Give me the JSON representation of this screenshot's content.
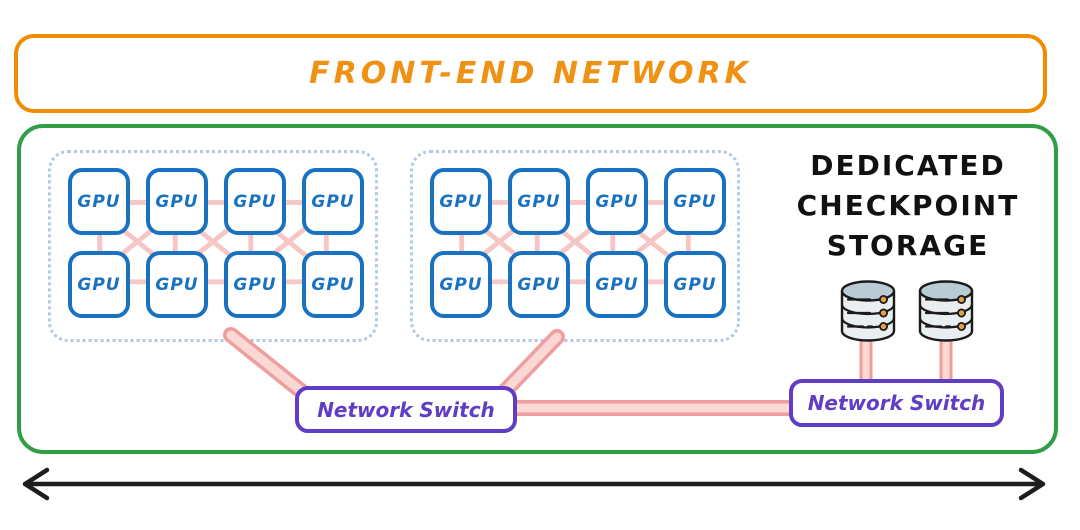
{
  "front_end_network": {
    "label": "FRONT-END NETWORK"
  },
  "checkpoint_storage": {
    "lines": [
      "DEDICATED",
      "CHECKPOINT",
      "STORAGE"
    ]
  },
  "clusters": [
    {
      "gpus": [
        "GPU",
        "GPU",
        "GPU",
        "GPU",
        "GPU",
        "GPU",
        "GPU",
        "GPU"
      ]
    },
    {
      "gpus": [
        "GPU",
        "GPU",
        "GPU",
        "GPU",
        "GPU",
        "GPU",
        "GPU",
        "GPU"
      ]
    }
  ],
  "switches": [
    {
      "label": "Network Switch"
    },
    {
      "label": "Network Switch"
    }
  ],
  "icons": {
    "storage": "database-icon",
    "bottom": "bidirectional-arrow-icon"
  },
  "colors": {
    "front_end_border": "#f08c00",
    "backend_border": "#2f9e44",
    "gpu_border": "#1971c2",
    "switch_border": "#5f3dc4",
    "connector_pink": "#f0a3a1",
    "connector_pink_light": "#fbd7d6",
    "cluster_dotted": "#b1c9e3",
    "text_black": "#111111",
    "storage_icon_body": "#e9eff1",
    "storage_icon_top": "#b9ccd5",
    "storage_icon_dot": "#e2a23e"
  }
}
